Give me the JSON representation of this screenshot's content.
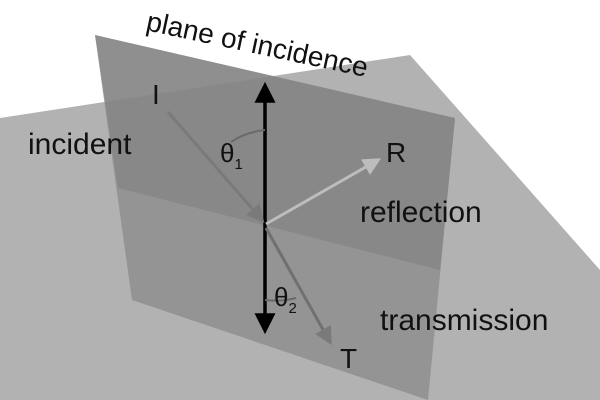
{
  "diagram": {
    "title": "plane of incidence",
    "incident_symbol": "I",
    "incident_label": "incident",
    "reflected_symbol": "R",
    "reflected_label": "reflection",
    "transmitted_symbol": "T",
    "transmitted_label": "transmission",
    "angle1": {
      "symbol": "θ",
      "subscript": "1"
    },
    "angle2": {
      "symbol": "θ",
      "subscript": "2"
    }
  }
}
